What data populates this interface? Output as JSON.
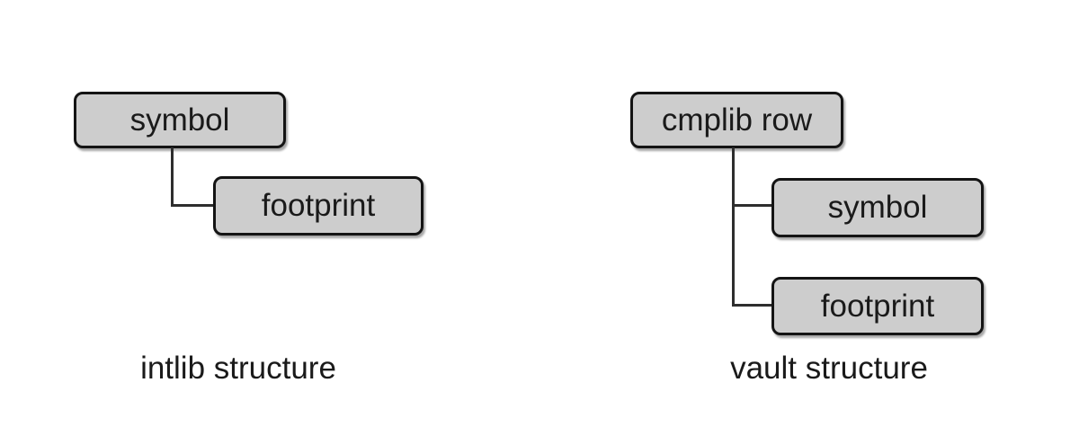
{
  "colors": {
    "background": "#ffffff",
    "box_fill": "#cdcdcd",
    "box_border": "#141414",
    "connector": "#2e2e2e",
    "text": "#1a1a1a"
  },
  "diagrams": [
    {
      "caption": "intlib structure",
      "nodes": {
        "root": {
          "label": "symbol"
        },
        "child1": {
          "label": "footprint"
        }
      }
    },
    {
      "caption": "vault structure",
      "nodes": {
        "root": {
          "label": "cmplib row"
        },
        "child1": {
          "label": "symbol"
        },
        "child2": {
          "label": "footprint"
        }
      }
    }
  ]
}
